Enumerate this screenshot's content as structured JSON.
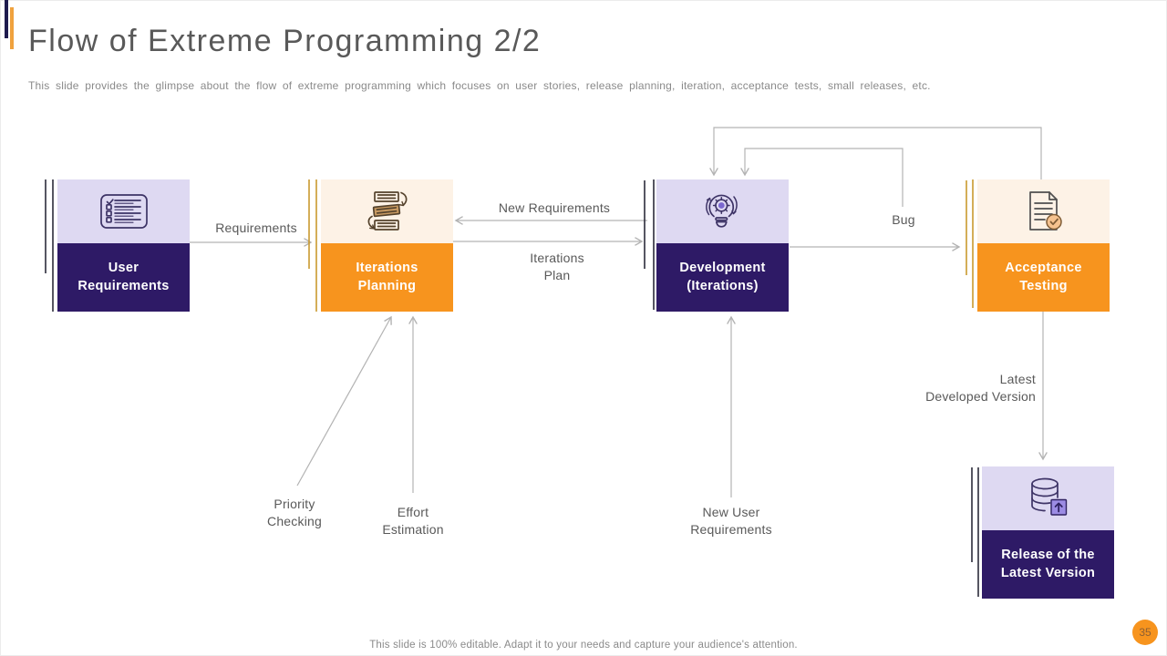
{
  "header": {
    "title": "Flow of Extreme Programming 2/2",
    "subtitle": "This slide provides the glimpse about the flow of extreme programming which focuses on user stories, release planning, iteration, acceptance tests, small releases, etc."
  },
  "nodes": [
    {
      "label": "User\nRequirements",
      "icon": "checklist-icon",
      "theme": "navy"
    },
    {
      "label": "Iterations\nPlanning",
      "icon": "iteration-cards-icon",
      "theme": "orange"
    },
    {
      "label": "Development\n(Iterations)",
      "icon": "idea-gear-process-icon",
      "theme": "navy"
    },
    {
      "label": "Acceptance\nTesting",
      "icon": "document-approved-icon",
      "theme": "orange"
    },
    {
      "label": "Release of the\nLatest Version",
      "icon": "database-upload-icon",
      "theme": "navy"
    }
  ],
  "edges": {
    "requirements": "Requirements",
    "new_requirements": "New Requirements",
    "iterations_plan": "Iterations\nPlan",
    "bug": "Bug",
    "latest_developed_version": "Latest\nDeveloped Version",
    "priority_checking": "Priority\nChecking",
    "effort_estimation": "Effort\nEstimation",
    "new_user_requirements": "New User\nRequirements"
  },
  "footer": {
    "note": "This slide is 100% editable. Adapt it to your needs and capture your audience's attention.",
    "page_number": "35"
  },
  "colors": {
    "navy": "#2e1a66",
    "lavender": "#ded9f2",
    "orange": "#f7941e",
    "cream": "#fdf2e6",
    "accent_bar_navy": "#1e1b4e",
    "accent_bar_orange": "#f0a23e",
    "connector_gray": "#b3b3b3",
    "deco_dark": "#2b2b3a",
    "deco_ochre": "#c9992f",
    "text_gray": "#595959",
    "muted_gray": "#8a8a8a"
  }
}
